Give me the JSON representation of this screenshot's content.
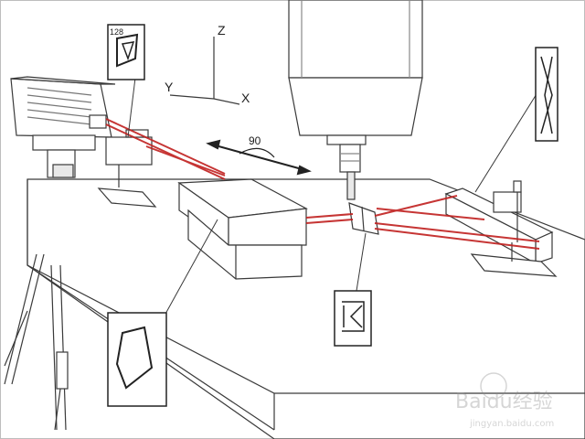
{
  "diagram": {
    "axes": {
      "z": "Z",
      "y": "Y",
      "x": "X"
    },
    "rotation_label": "90",
    "inset_label": "128",
    "watermark": {
      "brand": "Baidu经验",
      "url": "jingyan.baidu.com"
    },
    "colors": {
      "beam": "#c0201f",
      "line": "#3a3a3a",
      "frame": "#222222"
    }
  }
}
